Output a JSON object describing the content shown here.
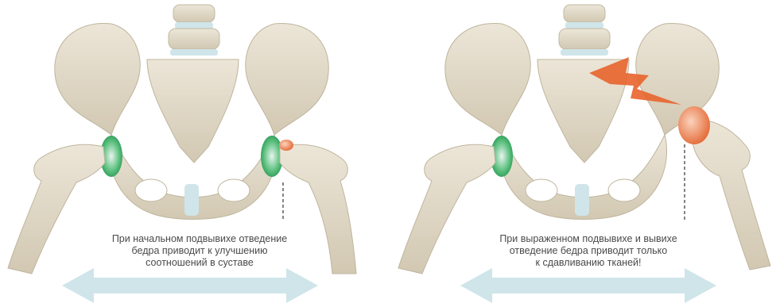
{
  "panels": [
    {
      "id": "left",
      "caption": [
        "При начальном подвывихе отведение",
        "бедра приводит к улучшению",
        "соотношений в суставе"
      ]
    },
    {
      "id": "right",
      "caption": [
        "При выраженном подвывихе и вывихе",
        "отведение бедра приводит только",
        "к сдавливанию тканей!"
      ]
    }
  ],
  "colors": {
    "bone": "#e4ddcc",
    "bone_shadow": "#c9c0aa",
    "cartilage": "#c8e4ea",
    "acetabulum_green": "#2aa65a",
    "femoral_head_orange": "#e9733f",
    "pain_bolt": "#e8642c",
    "arrow": "#cfe5ea"
  },
  "icons": {
    "left_arrow": "double-headed-arrow-icon",
    "right_arrow": "double-headed-arrow-icon",
    "pain": "lightning-bolt-icon"
  }
}
